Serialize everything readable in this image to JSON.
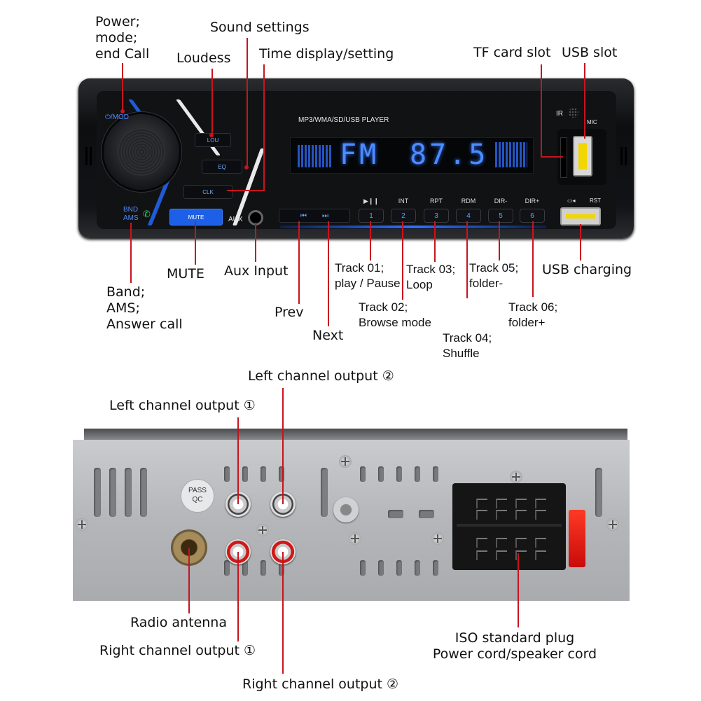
{
  "front_panel": {
    "player_label": "MP3/WMA/SD/USB   PLAYER",
    "display_band": "FM",
    "display_freq": "87.5",
    "mod_label": "MOD",
    "bnd_label": "BND",
    "ams_label": "AMS",
    "lou_label": "LOU",
    "eq_label": "EQ",
    "clk_label": "CLK",
    "mute_label": "MUTE",
    "aux_label": "AUX",
    "ir_label": "IR",
    "mic_label": "MIC",
    "rst_label": "RST",
    "play_pause_label": "▶❙❙",
    "prev_label": "⏮",
    "next_label": "⏭",
    "buttons": [
      {
        "top": "▶❙❙",
        "num": "1"
      },
      {
        "top": "INT",
        "num": "2"
      },
      {
        "top": "RPT",
        "num": "3"
      },
      {
        "top": "RDM",
        "num": "4"
      },
      {
        "top": "DIR-",
        "num": "5"
      },
      {
        "top": "DIR+",
        "num": "6"
      }
    ]
  },
  "annotations_front": {
    "power": "Power;\nmode;\nend Call",
    "sound_settings": "Sound settings",
    "loudess": "Loudess",
    "time_display": "Time display/setting",
    "tf_card": "TF card slot",
    "usb_slot": "USB slot",
    "mute": "MUTE",
    "aux_input": "Aux Input",
    "band": "Band;\nAMS;\nAnswer call",
    "prev": "Prev",
    "next": "Next",
    "track01": "Track 01;\nplay / Pause",
    "track02": "Track 02;\nBrowse mode",
    "track03": "Track 03;\nLoop",
    "track04": "Track 04;\nShuffle",
    "track05": "Track 05;\nfolder-",
    "track06": "Track 06;\nfolder+",
    "usb_charging": "USB charging"
  },
  "back_panel": {
    "pass_qc": "PASS\nQC"
  },
  "annotations_back": {
    "left_out_2": "Left channel output ②",
    "left_out_1": "Left channel output ①",
    "radio_antenna": "Radio antenna",
    "right_out_1": "Right channel output ①",
    "right_out_2": "Right channel output ②",
    "iso_plug": "ISO standard plug\nPower cord/speaker cord"
  },
  "colors": {
    "leader_line": "#c8141e",
    "accent_blue": "#2f6fff"
  }
}
